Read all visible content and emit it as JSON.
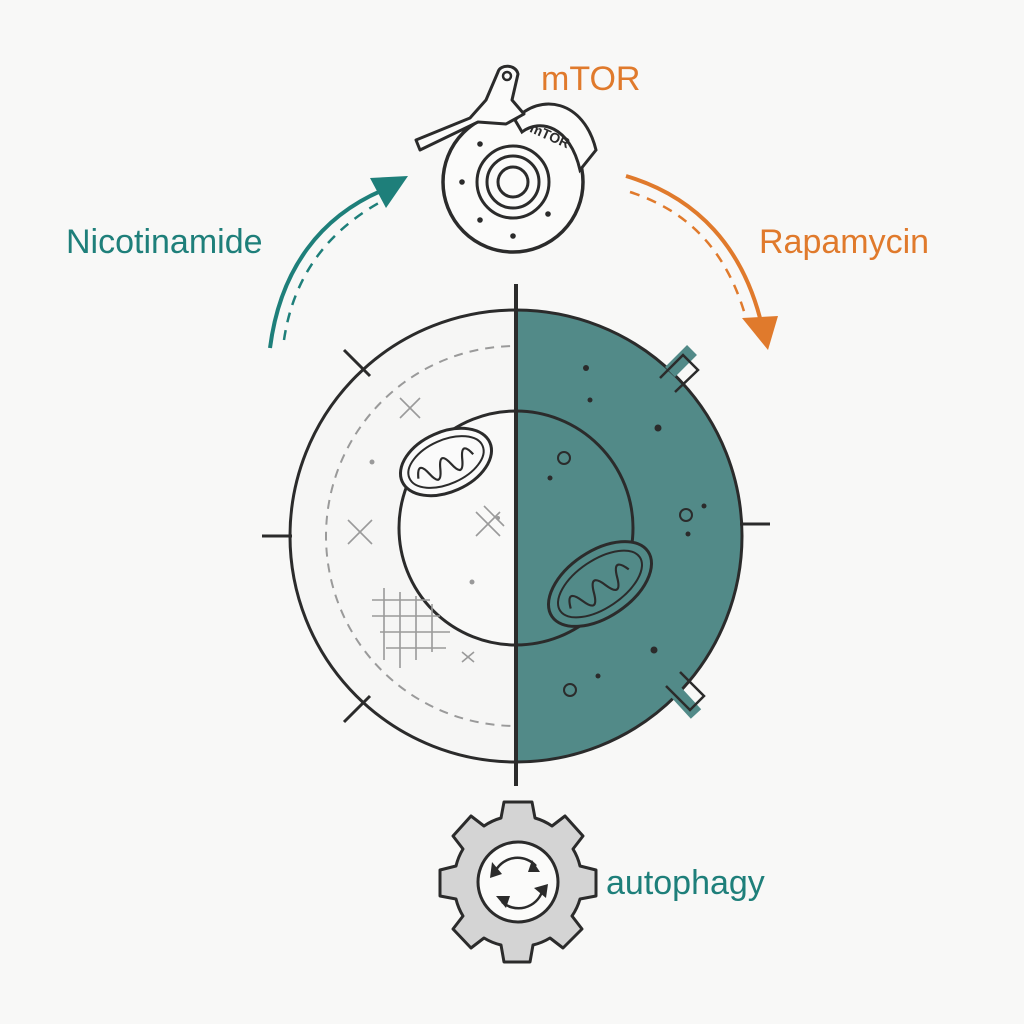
{
  "labels": {
    "mtor": "mTOR",
    "mtor_brake_engraving": "mTOR",
    "nicotinamide": "Nicotinamide",
    "rapamycin": "Rapamycin",
    "autophagy": "autophagy"
  },
  "colors": {
    "teal": "#1e7f7a",
    "teal_fill": "#528a88",
    "orange": "#e07a2c",
    "ink": "#2b2b2b",
    "gear_gray": "#d4d4d4",
    "background": "#f8f8f7"
  },
  "icons": {
    "brake": "disc-brake-icon",
    "cell": "cell-diagram",
    "gear": "gear-recycle-icon"
  }
}
